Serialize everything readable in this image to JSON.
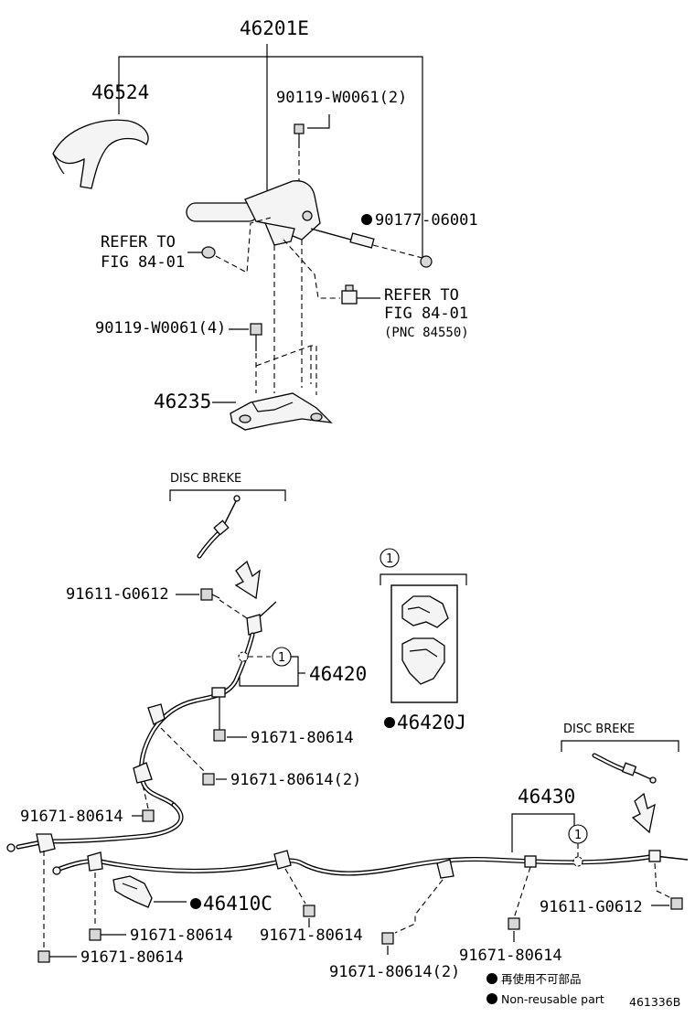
{
  "parts": {
    "lever_assy": "46201E",
    "lever_cover": "46524",
    "bolt_upper": "90119-W0061(2)",
    "nut_nonreusable": "90177-06001",
    "refer_left_1": "REFER TO",
    "refer_left_2": "FIG 84-01",
    "refer_right_1": "REFER TO",
    "refer_right_2": "FIG 84-01",
    "refer_right_pnc": "(PNC 84550)",
    "bolt_lower": "90119-W0061(4)",
    "bracket": "46235",
    "disc_brake_left": "DISC BREKE",
    "disc_brake_right": "DISC BREKE",
    "bolt_91611_left": "91611-G0612",
    "cable_no2": "46420",
    "clamp_kit": "46420J",
    "bolt_a": "91671-80614",
    "bolt_b": "91671-80614(2)",
    "bolt_c": "91671-80614",
    "cable_no3": "46430",
    "bolt_91611_right": "91611-G0612",
    "bracket_46410c": "46410C",
    "bolt_d": "91671-80614",
    "bolt_e": "91671-80614",
    "bolt_f": "91671-80614",
    "bolt_g": "91671-80614",
    "bolt_h": "91671-80614(2)",
    "callout_1a": "1",
    "callout_1b": "1",
    "callout_1c": "1"
  },
  "legend": {
    "nonreusable_jp": "再使用不可部品",
    "nonreusable_en": "Non-reusable part"
  },
  "figure_id": "461336B",
  "colors": {
    "ink": "#000000",
    "paper": "#ffffff"
  }
}
